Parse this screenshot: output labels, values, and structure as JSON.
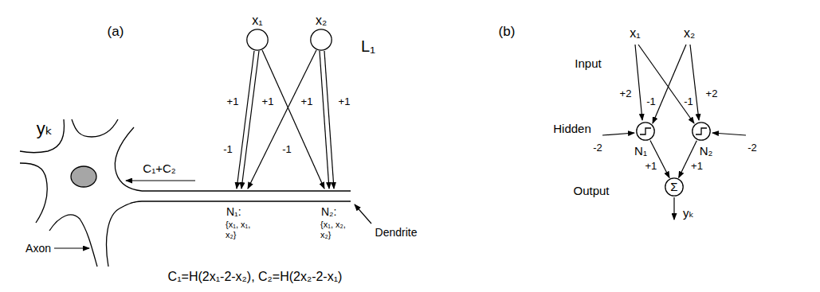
{
  "diagram": {
    "nodes": [
      {
        "text": [
          "x₁"
        ]
      },
      {
        "text": [
          "x₂"
        ]
      },
      {
        "text": [
          "N₁"
        ]
      },
      {
        "text": [
          "N₂"
        ]
      },
      {
        "text": [
          "Σ",
          "yₖ"
        ]
      }
    ],
    "edges": [
      {
        "from": 2,
        "to": 4,
        "arrow": "to",
        "label": "+1"
      },
      {
        "from": 3,
        "to": 4,
        "arrow": "to",
        "label": "+1"
      }
    ],
    "labels": [
      "(a)",
      "L₁",
      "+1",
      "+1",
      "+1",
      "+1",
      "-1",
      "-1",
      "yₖ",
      "C₁+C₂",
      "N₁:",
      "{x₁, x₁, x₂}",
      "N₂:",
      "{x₁, x₂, x₂}",
      "Dendrite",
      "Axon",
      "C₁=H(2x₁-2-x₂), C₂=H(2x₂-2-x₁)",
      "(b)",
      "Input",
      "x₁",
      "x₂",
      "+2",
      "-1",
      "-1",
      "+2",
      "Hidden",
      "-2",
      "-2",
      "Output"
    ]
  }
}
